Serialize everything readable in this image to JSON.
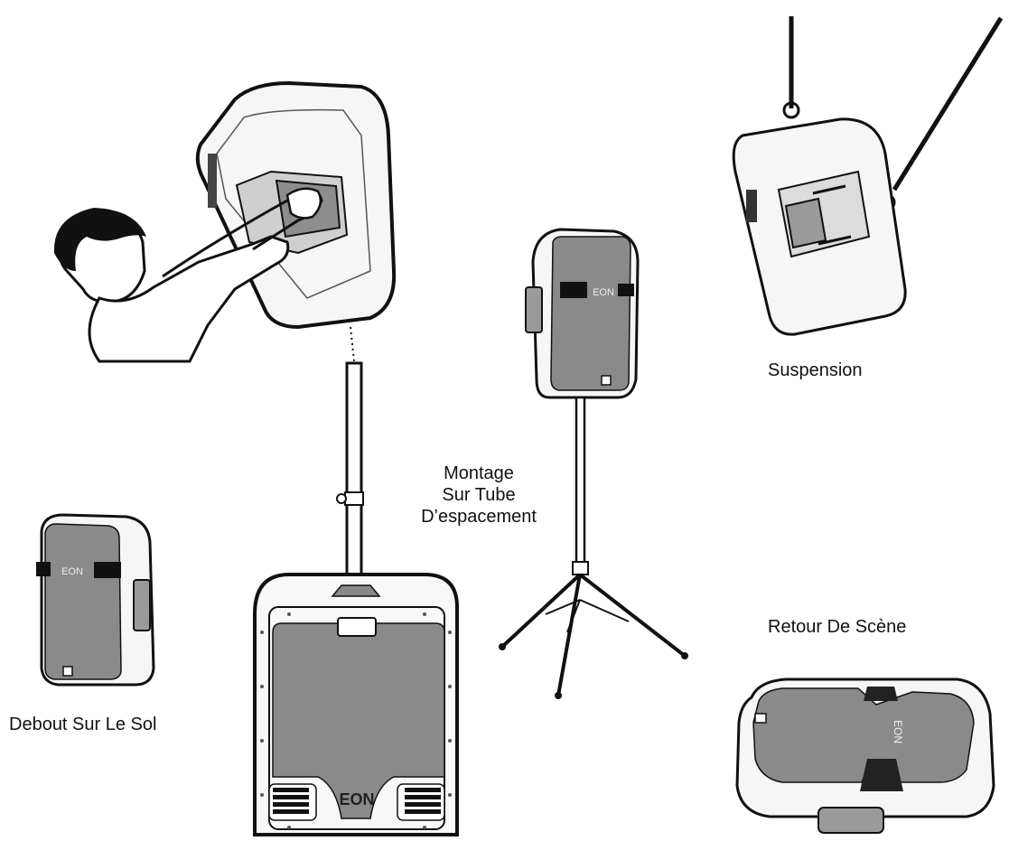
{
  "labels": {
    "suspension": "Suspension",
    "montage_line1": "Montage",
    "montage_line2": "Sur Tube",
    "montage_line3": "D’espacement",
    "retour": "Retour De Scène",
    "debout": "Debout Sur Le Sol"
  },
  "brand": "EON",
  "colors": {
    "grille": "#8a8a8a",
    "outline": "#111111",
    "body": "#f4f4f4"
  }
}
